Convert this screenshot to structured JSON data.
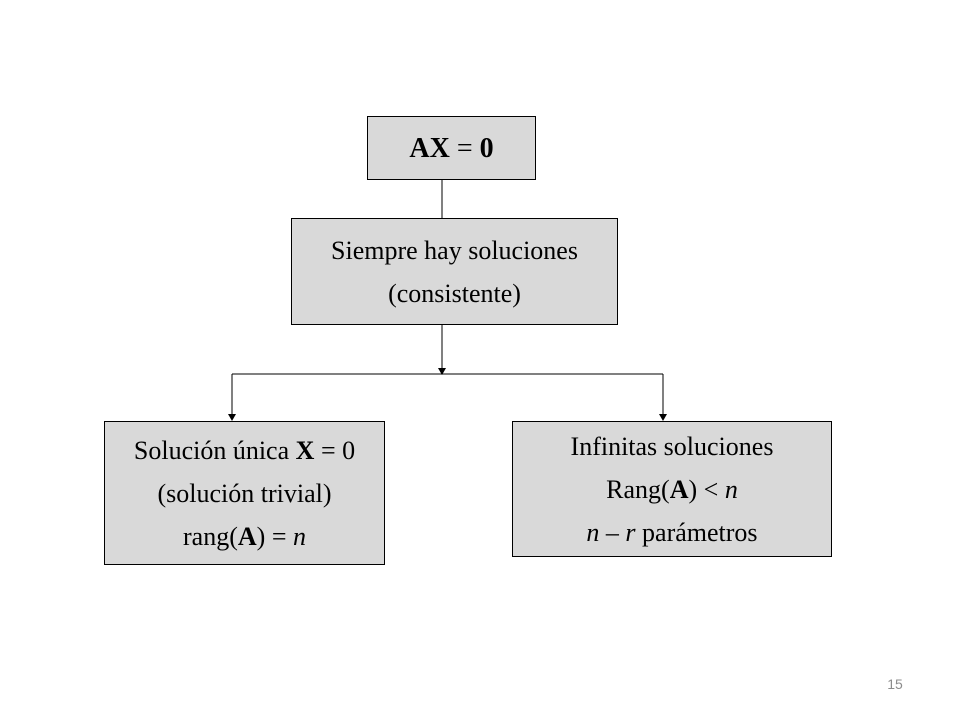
{
  "diagram": {
    "top_box": {
      "equation_lhs": "AX",
      "equation_eq": " = ",
      "equation_rhs": "0"
    },
    "middle_box": {
      "line1": "Siempre hay soluciones",
      "line2": "(consistente)"
    },
    "left_box": {
      "line1_text": "Solución única ",
      "line1_var": "X",
      "line1_rest": " = 0",
      "line2": "(solución trivial)",
      "line3_pre": "rang(",
      "line3_mat": "A",
      "line3_mid": ") = ",
      "line3_var": "n"
    },
    "right_box": {
      "line1": "Infinitas soluciones",
      "line2_pre": "Rang(",
      "line2_mat": "A",
      "line2_mid": ") < ",
      "line2_var": "n",
      "line3_var_n": "n",
      "line3_minus": " – ",
      "line3_var_r": "r",
      "line3_rest": " parámetros"
    }
  },
  "page_number": "15",
  "colors": {
    "box_fill": "#d9d9d9",
    "border": "#000000",
    "page_number": "#8c8c8c"
  }
}
